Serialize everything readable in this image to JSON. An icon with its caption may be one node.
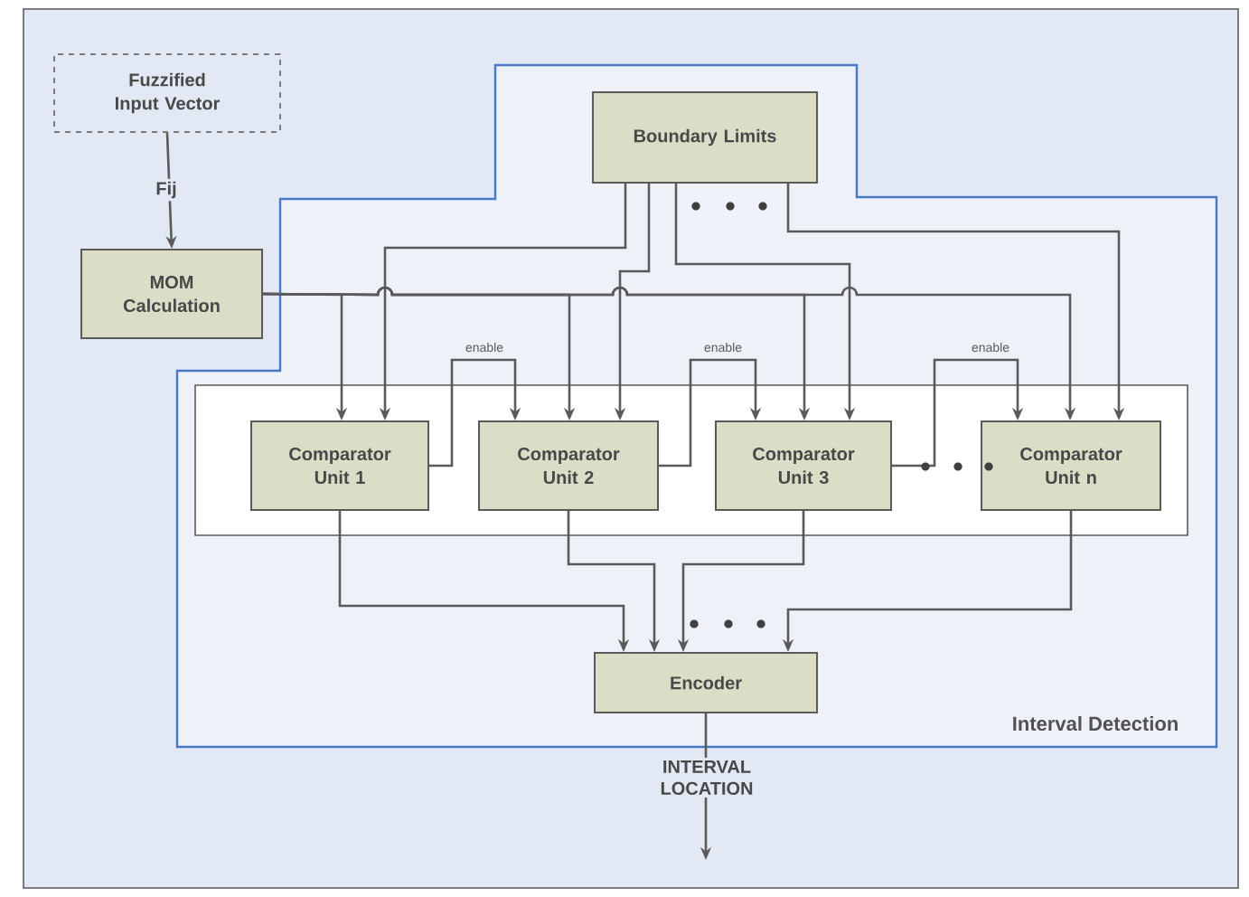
{
  "diagram": {
    "nodes": [
      {
        "text": [
          "Fuzzified Input Vector"
        ]
      },
      {
        "text": [
          "MOM Calculation"
        ]
      },
      {
        "text": [
          "Interval Detection"
        ]
      },
      {
        "text": [
          "Boundary Limits"
        ],
        "in": 2
      },
      {
        "text": [
          "Comparator Unit 1"
        ],
        "in": 2
      },
      {
        "text": [
          "Comparator Unit 2"
        ],
        "in": 2
      },
      {
        "text": [
          "Comparator Unit 3"
        ],
        "in": 2
      },
      {
        "text": [
          "Comparator Unit n"
        ],
        "in": 2
      },
      {
        "text": [
          "Encoder"
        ],
        "in": 2
      }
    ],
    "edges": [
      {
        "from": 0,
        "to": 1,
        "arrow": "to",
        "label": "Fij"
      },
      {
        "from": 1,
        "to": 4,
        "arrow": "to"
      },
      {
        "from": 1,
        "to": 5,
        "arrow": "to"
      },
      {
        "from": 1,
        "to": 6,
        "arrow": "to"
      },
      {
        "from": 1,
        "to": 7,
        "arrow": "to"
      },
      {
        "from": 3,
        "to": 4,
        "arrow": "to"
      },
      {
        "from": 3,
        "to": 5,
        "arrow": "to"
      },
      {
        "from": 3,
        "to": 6,
        "arrow": "to"
      },
      {
        "from": 3,
        "to": 7,
        "arrow": "to"
      },
      {
        "from": 4,
        "to": 5,
        "arrow": "to",
        "label": "enable"
      },
      {
        "from": 5,
        "to": 6,
        "arrow": "to",
        "label": "enable"
      },
      {
        "from": 6,
        "to": 7,
        "arrow": "to",
        "label": "enable"
      },
      {
        "from": 4,
        "to": 8,
        "arrow": "to"
      },
      {
        "from": 5,
        "to": 8,
        "arrow": "to"
      },
      {
        "from": 6,
        "to": 8,
        "arrow": "to"
      },
      {
        "from": 7,
        "to": 8,
        "arrow": "to"
      },
      {
        "from": 8,
        "to": null,
        "arrow": "to",
        "label": "INTERVAL LOCATION"
      }
    ]
  }
}
